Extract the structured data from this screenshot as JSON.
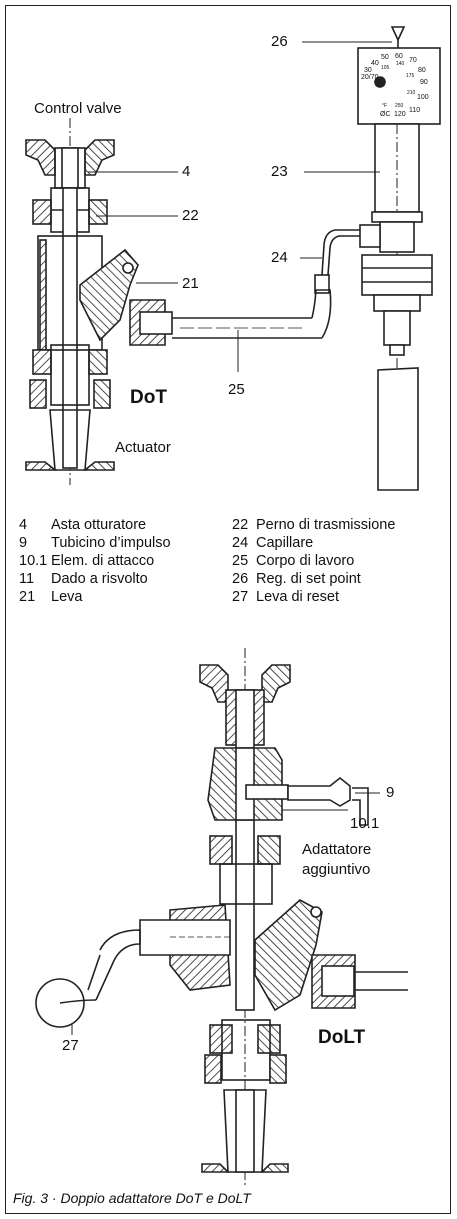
{
  "labels": {
    "control_valve": "Control valve",
    "actuator": "Actuator",
    "dot": "DoT",
    "dolt": "DoLT",
    "adapter_line1": "Adattatore",
    "adapter_line2": "aggiuntivo",
    "callout_4": "4",
    "callout_22": "22",
    "callout_21": "21",
    "callout_25": "25",
    "callout_23": "23",
    "callout_24": "24",
    "callout_26": "26",
    "callout_9": "9",
    "callout_10_1": "10.1",
    "callout_27": "27"
  },
  "dial": {
    "outer_scale": [
      "20/70",
      "30",
      "40",
      "50",
      "60",
      "70",
      "80",
      "90",
      "100",
      "110",
      "120"
    ],
    "inner_scale": [
      "105",
      "140",
      "175",
      "210",
      "250"
    ],
    "unit_f": "°F",
    "unit_c": "ØC"
  },
  "legend": {
    "left": [
      {
        "num": "4",
        "text": "Asta otturatore"
      },
      {
        "num": "9",
        "text": "Tubicino d’impulso"
      },
      {
        "num": "10.1",
        "text": "Elem. di attacco"
      },
      {
        "num": "11",
        "text": "Dado a risvolto"
      },
      {
        "num": "21",
        "text": "Leva"
      }
    ],
    "right": [
      {
        "num": "22",
        "text": "Perno di trasmissione"
      },
      {
        "num": "24",
        "text": "Capillare"
      },
      {
        "num": "25",
        "text": "Corpo di lavoro"
      },
      {
        "num": "26",
        "text": "Reg. di set point"
      },
      {
        "num": "27",
        "text": "Leva di reset"
      }
    ]
  },
  "caption": "Fig. 3 · Doppio adattatore DoT e DoLT"
}
